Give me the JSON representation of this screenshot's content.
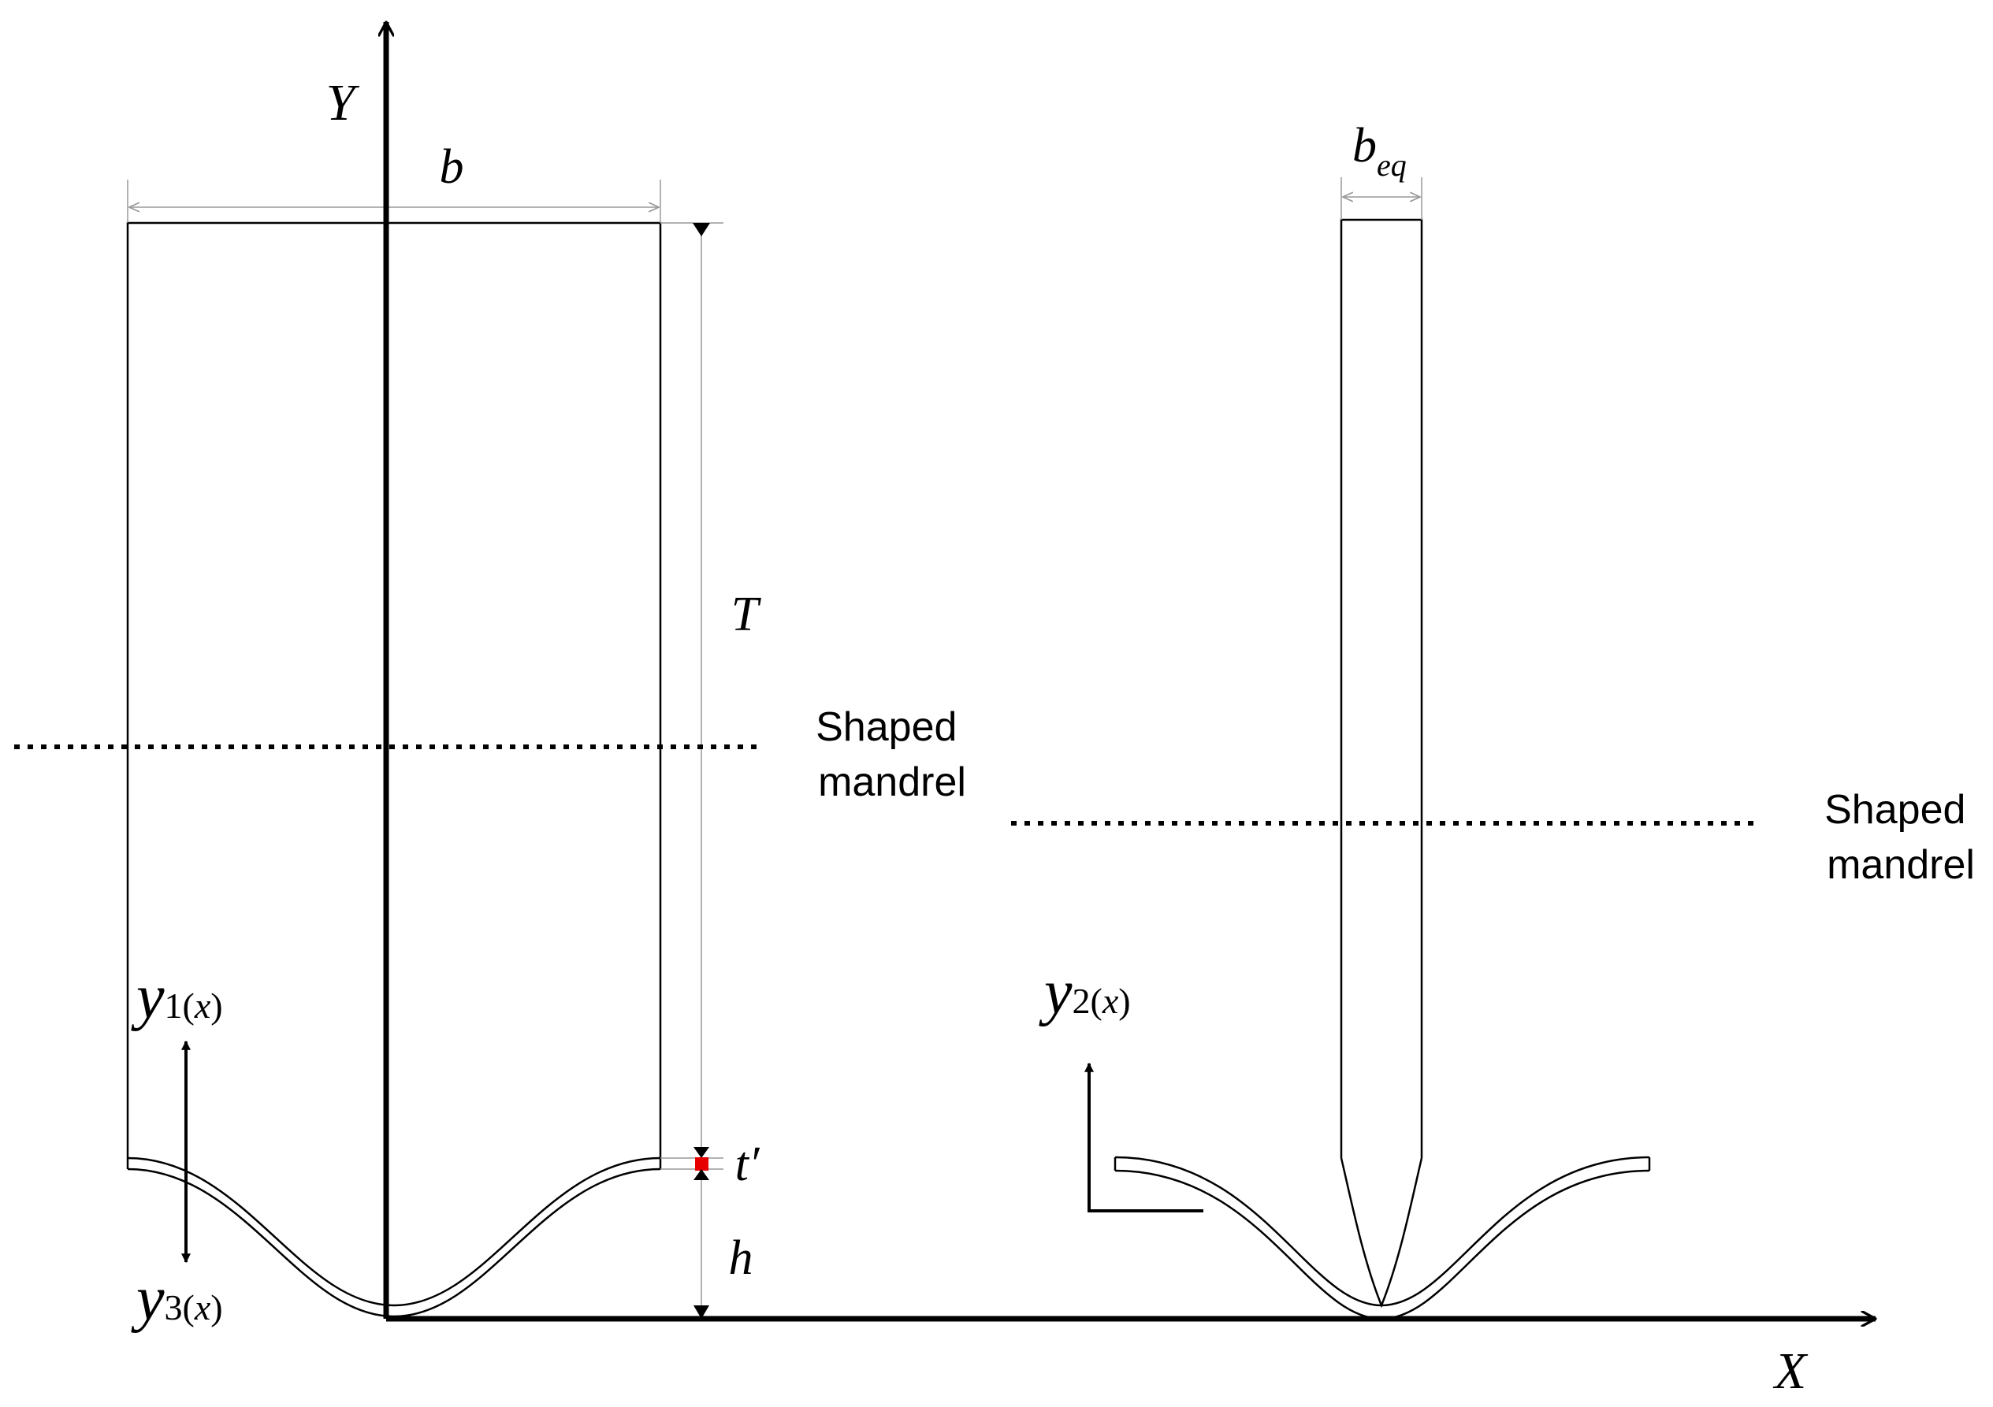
{
  "axes": {
    "y_label": "Y",
    "x_label": "X"
  },
  "left_figure": {
    "width_label": "b",
    "height_label": "T",
    "thickness_label": "t′",
    "depth_label": "h",
    "y1": {
      "base": "y",
      "sub": "1(",
      "var": "x",
      "close": ")"
    },
    "y3": {
      "base": "y",
      "sub": "3(",
      "var": "x",
      "close": ")"
    },
    "mandrel_label_line1": "Shaped",
    "mandrel_label_line2": "mandrel"
  },
  "right_figure": {
    "width_label_base": "b",
    "width_label_sub": "eq",
    "y2": {
      "base": "y",
      "sub": "2(",
      "var": "x",
      "close": ")"
    },
    "mandrel_label_line1": "Shaped",
    "mandrel_label_line2": "mandrel"
  },
  "colors": {
    "line": "#000000",
    "dim": "#999999",
    "marker": "#e60000"
  }
}
